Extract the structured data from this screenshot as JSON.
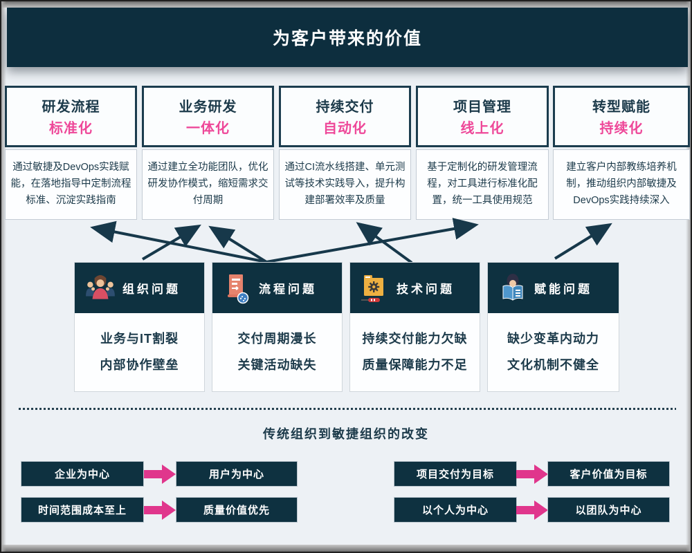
{
  "page": {
    "title": "为客户带来的价值"
  },
  "colors": {
    "dark_teal": "#0e3140",
    "pink_arrow": "#e0368c",
    "pink_text": "#ee4899",
    "background": "#edf1f5"
  },
  "solutions": [
    {
      "title": "研发流程",
      "subtitle": "标准化",
      "desc": "通过敏捷及DevOps实践赋能，在落地指导中定制流程标准、沉淀实践指南"
    },
    {
      "title": "业务研发",
      "subtitle": "一体化",
      "desc": "通过建立全功能团队，优化研发协作模式，缩短需求交付周期"
    },
    {
      "title": "持续交付",
      "subtitle": "自动化",
      "desc": "通过CI流水线搭建、单元测试等技术实践导入，提升构建部署效率及质量"
    },
    {
      "title": "项目管理",
      "subtitle": "线上化",
      "desc": "基于定制化的研发管理流程，对工具进行标准化配置，统一工具使用规范"
    },
    {
      "title": "转型赋能",
      "subtitle": "持续化",
      "desc": "建立客户内部教练培养机制，推动组织内部敏捷及DevOps实践持续深入"
    }
  ],
  "problems": [
    {
      "title": "组织问题",
      "icon": "people-group-icon",
      "line1": "业务与IT割裂",
      "line2": "内部协作壁垒"
    },
    {
      "title": "流程问题",
      "icon": "process-document-icon",
      "line1": "交付周期漫长",
      "line2": "关键活动缺失"
    },
    {
      "title": "技术问题",
      "icon": "tech-folder-icon",
      "line1": "持续交付能力欠缺",
      "line2": "质量保障能力不足"
    },
    {
      "title": "赋能问题",
      "icon": "reading-person-icon",
      "line1": "缺少变革内动力",
      "line2": "文化机制不健全"
    }
  ],
  "transformation": {
    "title": "传统组织到敏捷组织的改变",
    "pairs": [
      {
        "from": "企业为中心",
        "to": "用户为中心"
      },
      {
        "from": "时间范围成本至上",
        "to": "质量价值优先"
      },
      {
        "from": "项目交付为目标",
        "to": "客户价值为目标"
      },
      {
        "from": "以个人为中心",
        "to": "以团队为中心"
      }
    ]
  }
}
